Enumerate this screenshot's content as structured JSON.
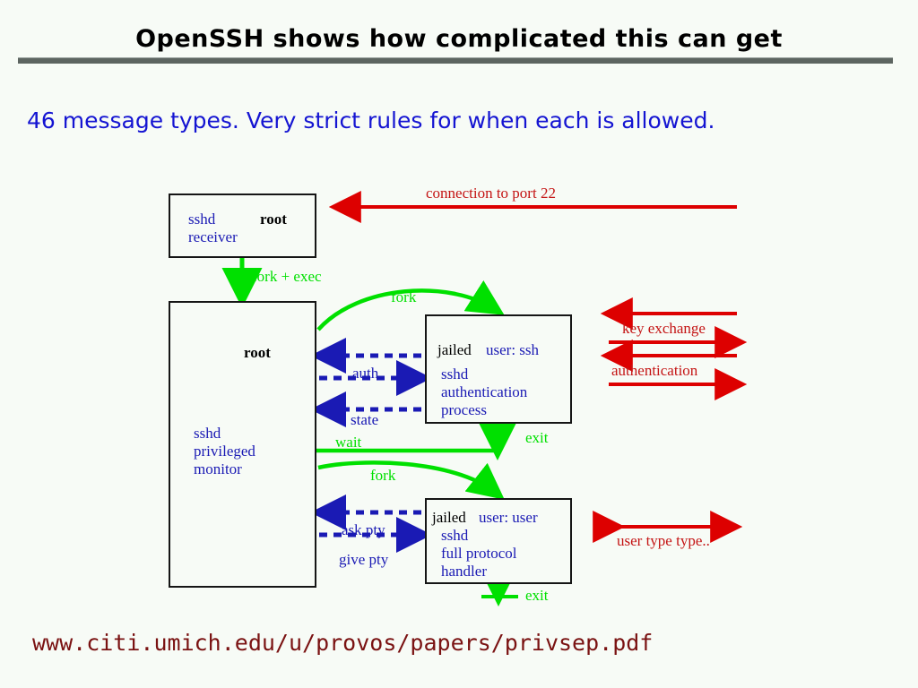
{
  "slide": {
    "title": "OpenSSH shows how complicated this can get",
    "subtitle": "46 message types.  Very strict rules for when each is allowed.",
    "footer_url": "www.citi.umich.edu/u/provos/papers/privsep.pdf"
  },
  "colors": {
    "background": "#f7fbf6",
    "title_text": "#000000",
    "rule_bar": "#5d6561",
    "subtitle_text": "#1414d2",
    "box_border": "#151515",
    "blue_text": "#1a1ab4",
    "green_arrow": "#00e000",
    "red_arrow": "#dd0000",
    "red_label": "#c41414",
    "footer_text": "#7a1212"
  },
  "diagram": {
    "boxes": [
      {
        "name": "sshd-receiver-box",
        "lines": [
          {
            "text": "sshd",
            "color": "blue"
          },
          {
            "text": "root",
            "color": "black"
          },
          {
            "text": "receiver",
            "color": "blue"
          }
        ]
      },
      {
        "name": "privileged-monitor-box",
        "lines": [
          {
            "text": "root",
            "color": "black"
          },
          {
            "text": "sshd",
            "color": "blue"
          },
          {
            "text": "privileged",
            "color": "blue"
          },
          {
            "text": "monitor",
            "color": "blue"
          }
        ]
      },
      {
        "name": "jailed-auth-box",
        "lines": [
          {
            "text": "jailed",
            "color": "black"
          },
          {
            "text": "user: ssh",
            "color": "blue"
          },
          {
            "text": "sshd",
            "color": "blue"
          },
          {
            "text": "authentication",
            "color": "blue"
          },
          {
            "text": "process",
            "color": "blue"
          }
        ]
      },
      {
        "name": "jailed-handler-box",
        "lines": [
          {
            "text": "jailed",
            "color": "black"
          },
          {
            "text": "user: user",
            "color": "blue"
          },
          {
            "text": "sshd",
            "color": "blue"
          },
          {
            "text": "full protocol",
            "color": "blue"
          },
          {
            "text": "handler",
            "color": "blue"
          }
        ]
      }
    ],
    "labels": {
      "connection_to_port": "connection to port 22",
      "fork_exec": "fork + exec",
      "fork_auth": "fork",
      "fork_handler": "fork",
      "auth": "auth",
      "state": "state",
      "wait": "wait",
      "exit_auth": "exit",
      "exit_handler": "exit",
      "ask_pty": "ask pty",
      "give_pty": "give pty",
      "key_exchange": "key exchange",
      "authentication": "authentication",
      "user_type": "user type type.."
    }
  }
}
